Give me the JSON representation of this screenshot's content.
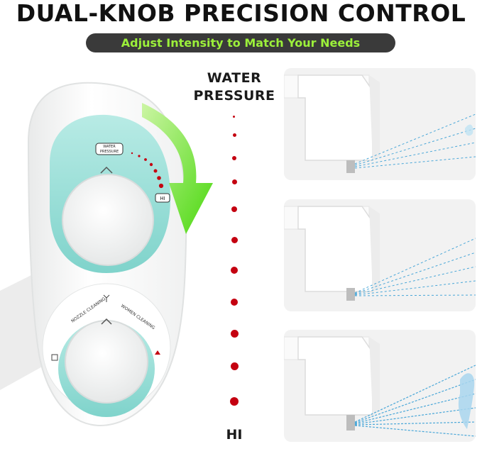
{
  "header": {
    "title": "DUAL-KNOB PRECISION CONTROL",
    "subtitle": "Adjust Intensity to Match Your Needs"
  },
  "device": {
    "top_knob_badge": "WATER PRESSURE",
    "top_knob_hi_badge": "HI",
    "bottom_knob_left_label": "NOZZLE CLEANING",
    "bottom_knob_right_label": "WOMEN CLEANING"
  },
  "scale": {
    "top_label_line1": "WATER",
    "top_label_line2": "PRESSURE",
    "bottom_label": "HI",
    "dot_color": "#c40010"
  },
  "colors": {
    "accent_green": "#9cf03a",
    "arrow_green": "#5be019",
    "knob_teal": "#8fdbd3",
    "spray_blue": "#4aa7d8"
  }
}
